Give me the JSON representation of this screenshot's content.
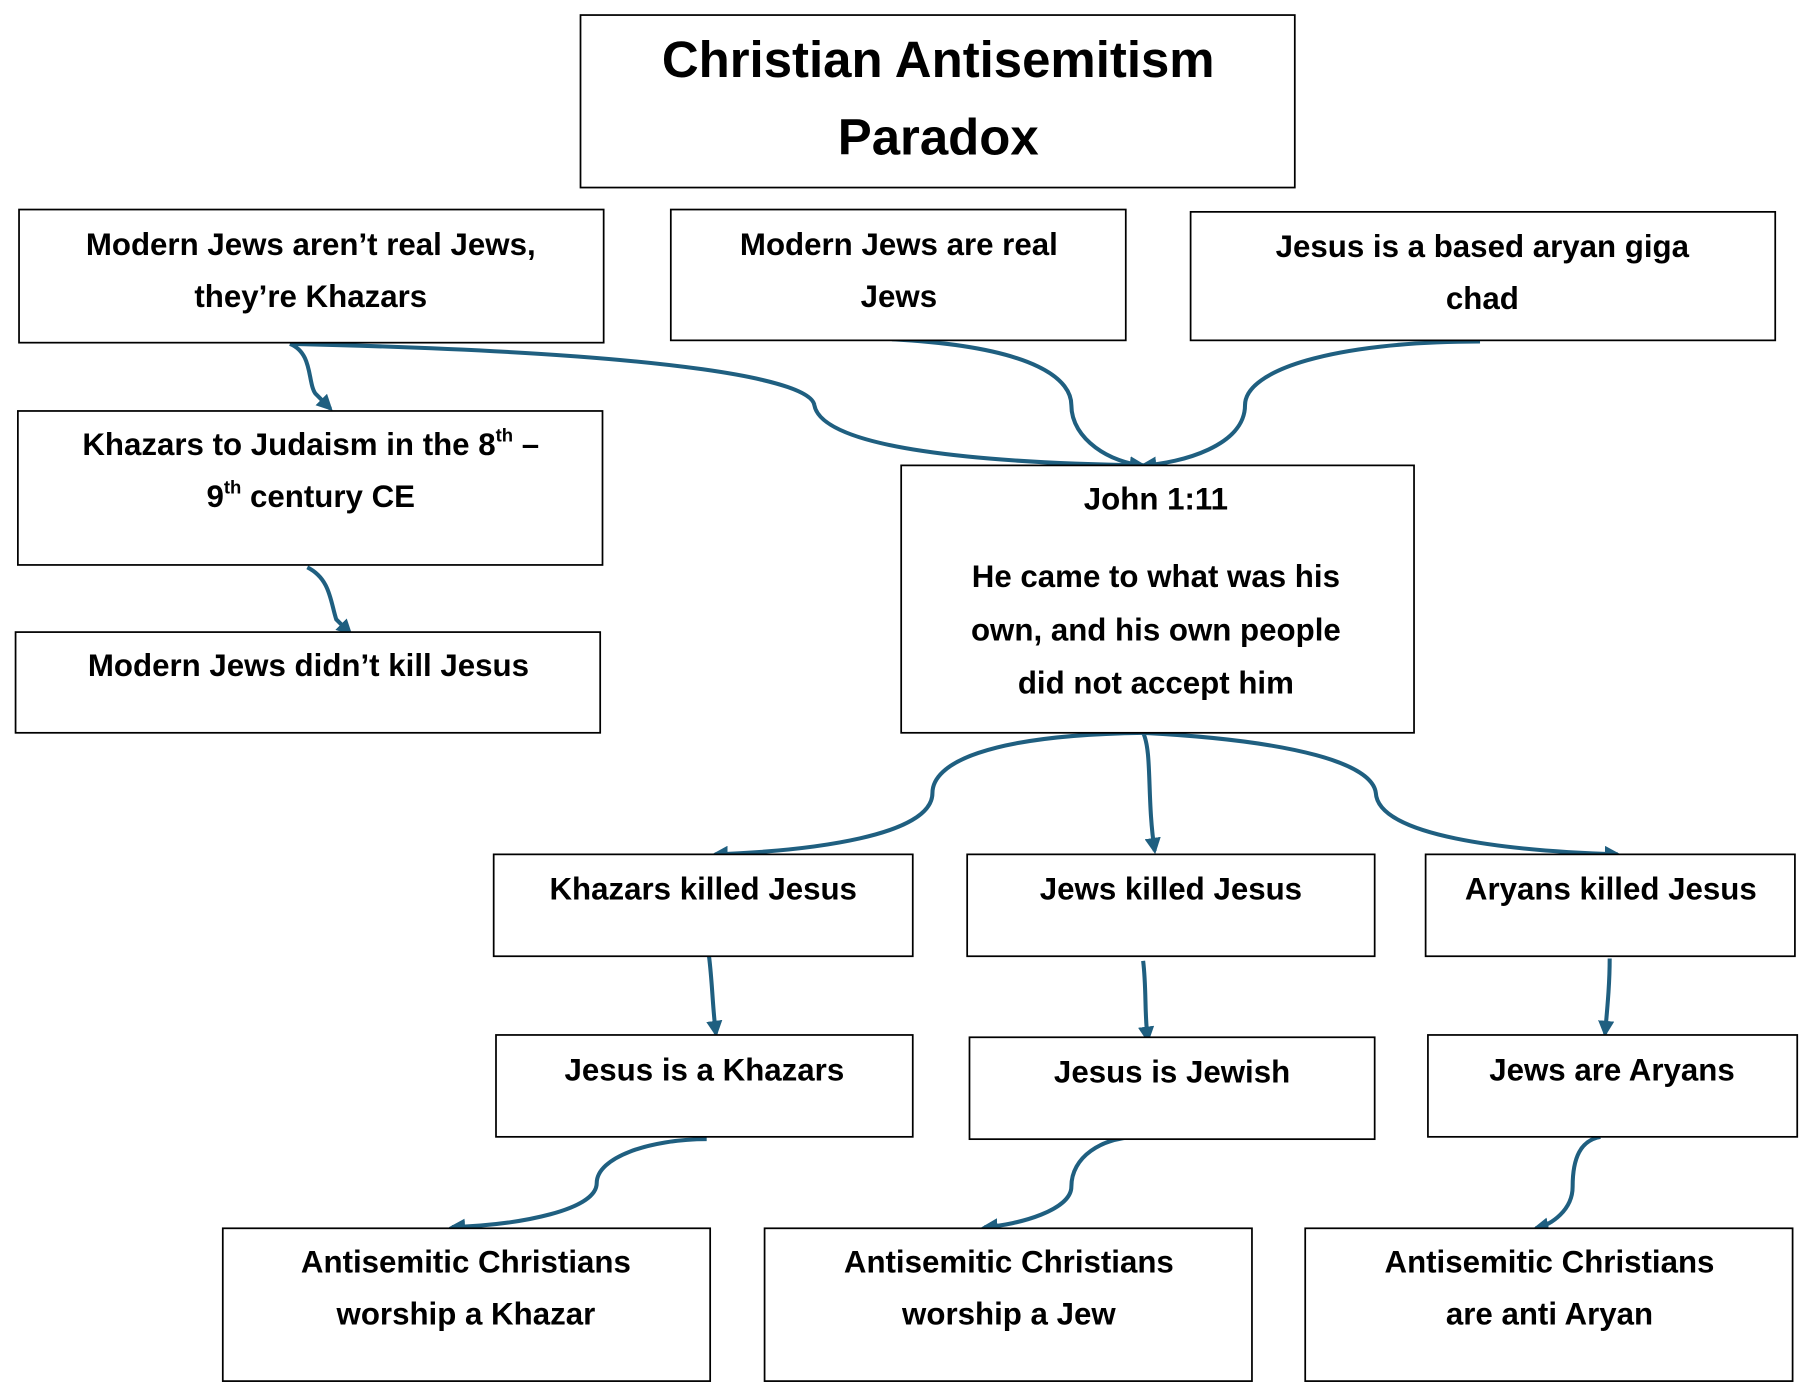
{
  "title": {
    "line1": "Christian Antisemitism",
    "line2": "Paradox"
  },
  "nodes": {
    "not_real_jews": {
      "line1": "Modern Jews aren’t real Jews,",
      "line2": "they’re Khazars"
    },
    "real_jews": {
      "line1": "Modern Jews are real",
      "line2": "Jews"
    },
    "aryan_jesus": {
      "line1": "Jesus is a based aryan giga",
      "line2": "chad"
    },
    "khazars_judaism": {
      "a": "Khazars to Judaism in the 8",
      "a_sup": "th",
      "a_end": " –",
      "b": "9",
      "b_sup": "th",
      "b_end": " century CE"
    },
    "didnt_kill": {
      "line1": "Modern Jews didn’t kill Jesus"
    },
    "john": {
      "ref": "John 1:11",
      "line1": "He came to what was his",
      "line2": "own, and his own people",
      "line3": "did not accept him"
    },
    "khazars_killed": {
      "line1": "Khazars killed Jesus"
    },
    "jews_killed": {
      "line1": "Jews killed Jesus"
    },
    "aryans_killed": {
      "line1": "Aryans killed Jesus"
    },
    "jesus_khazar": {
      "line1": "Jesus is a Khazars"
    },
    "jesus_jewish": {
      "line1": "Jesus is Jewish"
    },
    "jews_aryans": {
      "line1": "Jews are Aryans"
    },
    "worship_khazar": {
      "line1": "Antisemitic Christians",
      "line2": "worship a Khazar"
    },
    "worship_jew": {
      "line1": "Antisemitic Christians",
      "line2": "worship a Jew"
    },
    "anti_aryan": {
      "line1": "Antisemitic Christians",
      "line2": "are anti Aryan"
    }
  },
  "colors": {
    "arrow": "#1f5f80",
    "border": "#000000"
  }
}
